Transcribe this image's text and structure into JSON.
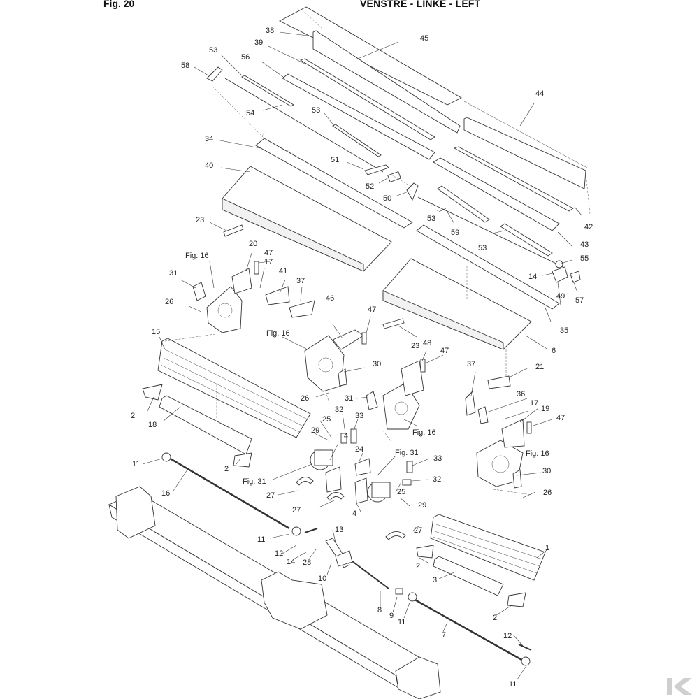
{
  "figure": {
    "label": "Fig. 20",
    "title": "VENSTRE - LINKE - LEFT"
  },
  "callouts": [
    {
      "id": "38",
      "text": "38"
    },
    {
      "id": "45",
      "text": "45"
    },
    {
      "id": "39",
      "text": "39"
    },
    {
      "id": "53a",
      "text": "53"
    },
    {
      "id": "56",
      "text": "56"
    },
    {
      "id": "58",
      "text": "58"
    },
    {
      "id": "44",
      "text": "44"
    },
    {
      "id": "54",
      "text": "54"
    },
    {
      "id": "53b",
      "text": "53"
    },
    {
      "id": "34",
      "text": "34"
    },
    {
      "id": "40",
      "text": "40"
    },
    {
      "id": "51",
      "text": "51"
    },
    {
      "id": "52",
      "text": "52"
    },
    {
      "id": "50",
      "text": "50"
    },
    {
      "id": "42",
      "text": "42"
    },
    {
      "id": "53c",
      "text": "53"
    },
    {
      "id": "59",
      "text": "59"
    },
    {
      "id": "53d",
      "text": "53"
    },
    {
      "id": "43",
      "text": "43"
    },
    {
      "id": "23a",
      "text": "23"
    },
    {
      "id": "55",
      "text": "55"
    },
    {
      "id": "20",
      "text": "20"
    },
    {
      "id": "47a",
      "text": "47"
    },
    {
      "id": "fig16a",
      "text": "Fig. 16"
    },
    {
      "id": "17a",
      "text": "17"
    },
    {
      "id": "41",
      "text": "41"
    },
    {
      "id": "31a",
      "text": "31"
    },
    {
      "id": "37a",
      "text": "37"
    },
    {
      "id": "14a",
      "text": "14"
    },
    {
      "id": "49",
      "text": "49"
    },
    {
      "id": "57",
      "text": "57"
    },
    {
      "id": "26a",
      "text": "26"
    },
    {
      "id": "46",
      "text": "46"
    },
    {
      "id": "47b",
      "text": "47"
    },
    {
      "id": "35",
      "text": "35"
    },
    {
      "id": "15",
      "text": "15"
    },
    {
      "id": "fig16b",
      "text": "Fig. 16"
    },
    {
      "id": "23b",
      "text": "23"
    },
    {
      "id": "48",
      "text": "48"
    },
    {
      "id": "6",
      "text": "6"
    },
    {
      "id": "47c",
      "text": "47"
    },
    {
      "id": "30a",
      "text": "30"
    },
    {
      "id": "37b",
      "text": "37"
    },
    {
      "id": "21",
      "text": "21"
    },
    {
      "id": "26b",
      "text": "26"
    },
    {
      "id": "31b",
      "text": "31"
    },
    {
      "id": "36",
      "text": "36"
    },
    {
      "id": "2a",
      "text": "2"
    },
    {
      "id": "17b",
      "text": "17"
    },
    {
      "id": "19",
      "text": "19"
    },
    {
      "id": "32a",
      "text": "32"
    },
    {
      "id": "33a",
      "text": "33"
    },
    {
      "id": "47d",
      "text": "47"
    },
    {
      "id": "18",
      "text": "18"
    },
    {
      "id": "25a",
      "text": "25"
    },
    {
      "id": "fig16c",
      "text": "Fig. 16"
    },
    {
      "id": "29a",
      "text": "29"
    },
    {
      "id": "4a",
      "text": "4"
    },
    {
      "id": "fig31a",
      "text": "Fig. 31"
    },
    {
      "id": "24",
      "text": "24"
    },
    {
      "id": "fig16d",
      "text": "Fig. 16"
    },
    {
      "id": "11a",
      "text": "11"
    },
    {
      "id": "2b",
      "text": "2"
    },
    {
      "id": "33b",
      "text": "33"
    },
    {
      "id": "fig31b",
      "text": "Fig. 31"
    },
    {
      "id": "30b",
      "text": "30"
    },
    {
      "id": "32b",
      "text": "32"
    },
    {
      "id": "16",
      "text": "16"
    },
    {
      "id": "27a",
      "text": "27"
    },
    {
      "id": "25b",
      "text": "25"
    },
    {
      "id": "27b",
      "text": "27"
    },
    {
      "id": "29b",
      "text": "29"
    },
    {
      "id": "26c",
      "text": "26"
    },
    {
      "id": "4b",
      "text": "4"
    },
    {
      "id": "13",
      "text": "13"
    },
    {
      "id": "27c",
      "text": "27"
    },
    {
      "id": "1",
      "text": "1"
    },
    {
      "id": "11b",
      "text": "11"
    },
    {
      "id": "12a",
      "text": "12"
    },
    {
      "id": "14b",
      "text": "14"
    },
    {
      "id": "28",
      "text": "28"
    },
    {
      "id": "10",
      "text": "10"
    },
    {
      "id": "2c",
      "text": "2"
    },
    {
      "id": "3",
      "text": "3"
    },
    {
      "id": "8",
      "text": "8"
    },
    {
      "id": "9",
      "text": "9"
    },
    {
      "id": "11c",
      "text": "11"
    },
    {
      "id": "2d",
      "text": "2"
    },
    {
      "id": "7",
      "text": "7"
    },
    {
      "id": "12b",
      "text": "12"
    },
    {
      "id": "11d",
      "text": "11"
    }
  ],
  "colors": {
    "line": "#333333",
    "text": "#222222",
    "watermark": "#cfcfcf"
  },
  "icons": {
    "watermark": "brand-watermark-icon"
  }
}
